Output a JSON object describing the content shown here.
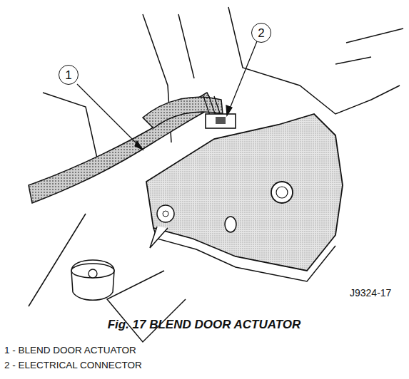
{
  "diagram": {
    "caption": "Fig. 17 BLEND DOOR ACTUATOR",
    "labels": [
      "1",
      "2",
      "J9324-17",
      "1 - BLEND DOOR ACTUATOR",
      "2 - ELECTRICAL CONNECTOR"
    ]
  }
}
